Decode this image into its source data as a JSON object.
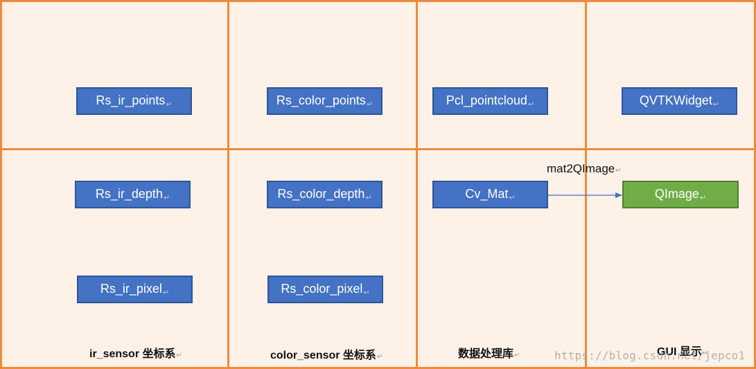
{
  "diagram": {
    "colors": {
      "background": "#fdf1e8",
      "grid_border": "#ee8a3a",
      "node_fill": "#4472c4",
      "node_border": "#2f5597",
      "highlight_node_fill": "#70ad47",
      "arrow": "#4472c4",
      "text_on_node": "#ffffff"
    },
    "columns": {
      "ir_sensor": "ir_sensor 坐标系",
      "color_sensor": "color_sensor 坐标系",
      "data_lib": "数据处理库",
      "gui": "GUI 显示"
    },
    "nodes": {
      "rs_ir_points": "Rs_ir_points",
      "rs_color_points": "Rs_color_points",
      "pcl_pointcloud": "Pcl_pointcloud",
      "qvtkwidget": "QVTKWidget",
      "rs_ir_depth": "Rs_ir_depth",
      "rs_color_depth": "Rs_color_depth",
      "cv_mat": "Cv_Mat",
      "qimage": "QImage",
      "rs_ir_pixel": "Rs_ir_pixel",
      "rs_color_pixel": "Rs_color_pixel"
    },
    "edges": [
      {
        "from": "Cv_Mat",
        "to": "QImage",
        "label": "mat2QImage"
      }
    ],
    "watermark": "https://blog.csdn.net/jepco1"
  }
}
